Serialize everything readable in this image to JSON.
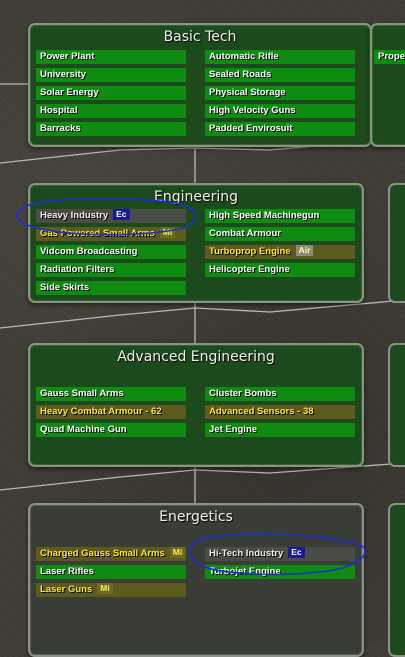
{
  "panels": {
    "basic_tech": {
      "title": "Basic Tech",
      "col1": [
        "Power Plant",
        "University",
        "Solar Energy",
        "Hospital",
        "Barracks"
      ],
      "col2": [
        "Automatic Rifle",
        "Sealed Roads",
        "Physical Storage",
        "High Velocity Guns",
        "Padded Envirosuit"
      ],
      "side_label": "Propel"
    },
    "engineering": {
      "title": "Engineering",
      "heavy_industry": {
        "label": "Heavy Industry",
        "badge": "Ec"
      },
      "gas_arms": {
        "label": "Gas Powered Small Arms",
        "badge": "Mi"
      },
      "vidcom": "Vidcom Broadcasting",
      "radiation": "Radiation Filters",
      "side_skirts": "Side Skirts",
      "hsmg": "High Speed Machinegun",
      "combat_armour": "Combat Armour",
      "turboprop": {
        "label": "Turboprop Engine",
        "badge": "Air"
      },
      "helicopter": "Helicopter Engine"
    },
    "advanced_engineering": {
      "title": "Advanced Engineering",
      "gauss": "Gauss Small Arms",
      "heavy_armour": "Heavy Combat Armour - 62",
      "quad": "Quad Machine Gun",
      "cluster": "Cluster Bombs",
      "adv_sensors": "Advanced Sensors - 38",
      "jet": "Jet Engine"
    },
    "energetics": {
      "title": "Energetics",
      "charged_gauss": {
        "label": "Charged Gauss Small Arms",
        "badge": "Mi"
      },
      "laser_rifles": "Laser Rifles",
      "laser_guns": {
        "label": "Laser Guns",
        "badge": "Mi"
      },
      "hitech": {
        "label": "Hi-Tech Industry",
        "badge": "Ec"
      },
      "turbojet": "Turbojet Engine"
    }
  },
  "colors": {
    "panel_bg": "#1d4a1c",
    "item_green": "#0f8b12",
    "item_gold_text": "#ffe44a",
    "badge_ec": "#1a1a9c",
    "annotation": "#1a2ed8"
  }
}
